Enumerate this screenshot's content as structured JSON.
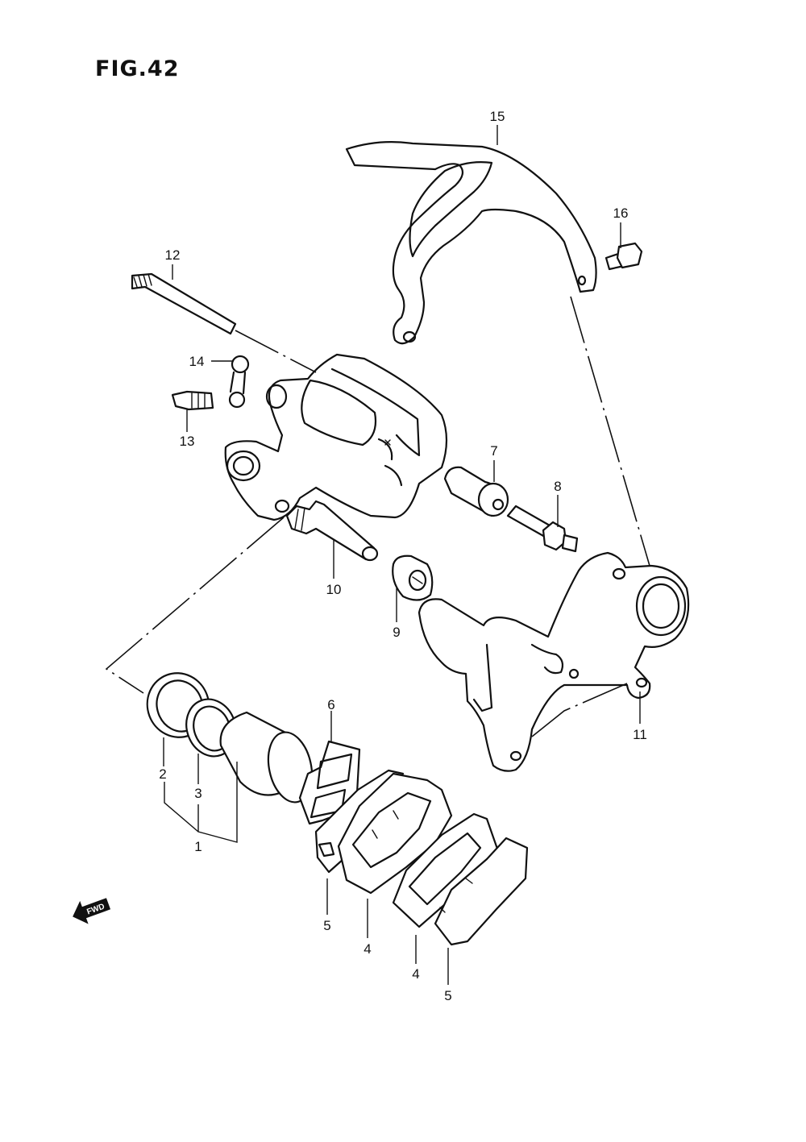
{
  "figure": {
    "title": "FIG.42"
  },
  "callouts": {
    "c1": "1",
    "c2": "2",
    "c3": "3",
    "c4a": "4",
    "c4b": "4",
    "c5a": "5",
    "c5b": "5",
    "c6": "6",
    "c7": "7",
    "c8": "8",
    "c9": "9",
    "c10": "10",
    "c11": "11",
    "c12": "12",
    "c13": "13",
    "c14": "14",
    "c15": "15",
    "c16": "16"
  },
  "direction_arrow": {
    "label": "FWD",
    "icon": "fwd-arrow-icon"
  }
}
